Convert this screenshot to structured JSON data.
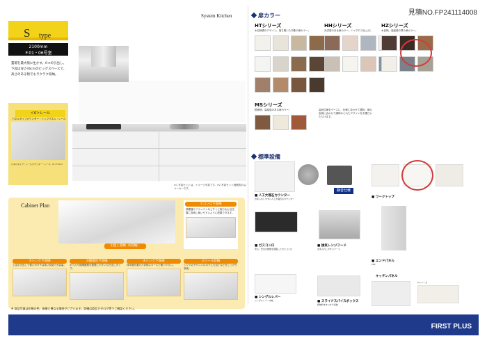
{
  "header": {
    "estimate": "見積NO.FP241114008",
    "system_kitchen": "System Kitchen"
  },
  "left_panel": {
    "type_prefix": "type",
    "type_letter": "S",
    "size": "2100mm",
    "model": "＊01・06号室",
    "description": "置場を最大限に生かす。6つの引出し。下段は深さ46cmのビッグスペースで、高さのある物でもラクラク収納。",
    "rail_label": "＜6＞レール",
    "rail_sub": "パネルタイプカウンター・トップパネル・レール",
    "rail_note": "パネルタイプ・レールカウンター・レール（1〜7mm）"
  },
  "kitchen_note": "※1 写真セットは、イメージ写真です。※2 写真セット価格表示は、メーカーです。",
  "cabinet_plan": {
    "title": "Cabinet Plan",
    "point1": "①コンロ下収納",
    "point1_text": "調理器やフライパンなどすぐに取り出せる位置に収納し使いやすいように配置できます。",
    "points": [
      {
        "label": "②シンク下収納",
        "text": "上は引き出しで使い分け下は深い収納で大容量。"
      },
      {
        "label": "③調理台下収納",
        "text": "ボウルや調理器具を整理しやすい引き出しタイプ。"
      },
      {
        "label": "④シンク下収納",
        "text": "排水管を避けた収納スペースで使いやすい。"
      },
      {
        "label": "⑤ツール収納",
        "text": "シンクの下やコンロの下にも包丁などをしっかり収納。"
      }
    ],
    "badge": "引出し収納（6収納）"
  },
  "footer": {
    "note": "※ 商品写真は印刷の色、画像と異なる場合がございます。詳細は商品カタログ等でご確認ください。",
    "brand": "FIRST PLUS"
  },
  "colors_section": {
    "title": "扉カラー",
    "series": [
      {
        "name": "HTシリーズ",
        "sub": "木目柄調のデザイン。落ち着いた印象の扉カラー。",
        "chips": [
          "#f3f1ec",
          "#e9e4da",
          "#c7b89f",
          "#8d6a4a",
          "#f4f4f2",
          "#d8d4cc",
          "#8a6b4e",
          "#5b4636",
          "#a0806a",
          "#b38a6a",
          "#7a563c",
          "#4a3a2e"
        ]
      },
      {
        "name": "HHシリーズ",
        "sub": "光沢感のある扉カラー。ハイグロス仕上げ。",
        "chips": [
          "#8d6a58",
          "#e5d4c9",
          "#aeb6bf",
          "#f0ede8",
          "#c9c1b6",
          "#f6f4ef",
          "#dcc6b8",
          "#7f93a9"
        ]
      },
      {
        "name": "HZシリーズ",
        "sub": "木目柄。高級感の漂う扉カラー。",
        "chips": [
          "#4f3c34",
          "#3c2a24",
          "#9a6b4a",
          "#f2efe9",
          "#7b8188",
          "#a7a094"
        ]
      },
      {
        "name": "MSシリーズ",
        "sub": "鏡面柄。高級感のある扉カラー。",
        "chips": [
          "#7f5a3f",
          "#efe9dc",
          "#a05a3a"
        ]
      }
    ],
    "ms_note": "高品位扉をベースに、仕様に合わせて選択。扉の色柄に合わせて調和のとれたデザインをお選びいただけます。"
  },
  "equipment": {
    "title": "標準設備",
    "items": [
      {
        "name": "■ 人工大理石カウンター",
        "sub": "お手入れしやすい人工大理石のカウンター"
      },
      {
        "name": "■ ガスコンロ",
        "sub": "安心・安全の機能を搭載したガスコンロ"
      },
      {
        "name": "■ 換気レンジフード",
        "sub": "お手入れしやすいフード"
      },
      {
        "name": "■ エンドパネル",
        "sub": "PEP"
      },
      {
        "name": "■ シングルレバー",
        "sub": "シングルレバー水栓"
      },
      {
        "name": "■ スライドスパイスボックス",
        "sub": "調味料をすっきり収納"
      },
      {
        "name": "■ ワークトップ",
        "sub": "キッチンパネル"
      }
    ],
    "badge": "静音仕様",
    "kitchen_panel": "キッチンパネル",
    "d_series": "Dシリーズ"
  }
}
